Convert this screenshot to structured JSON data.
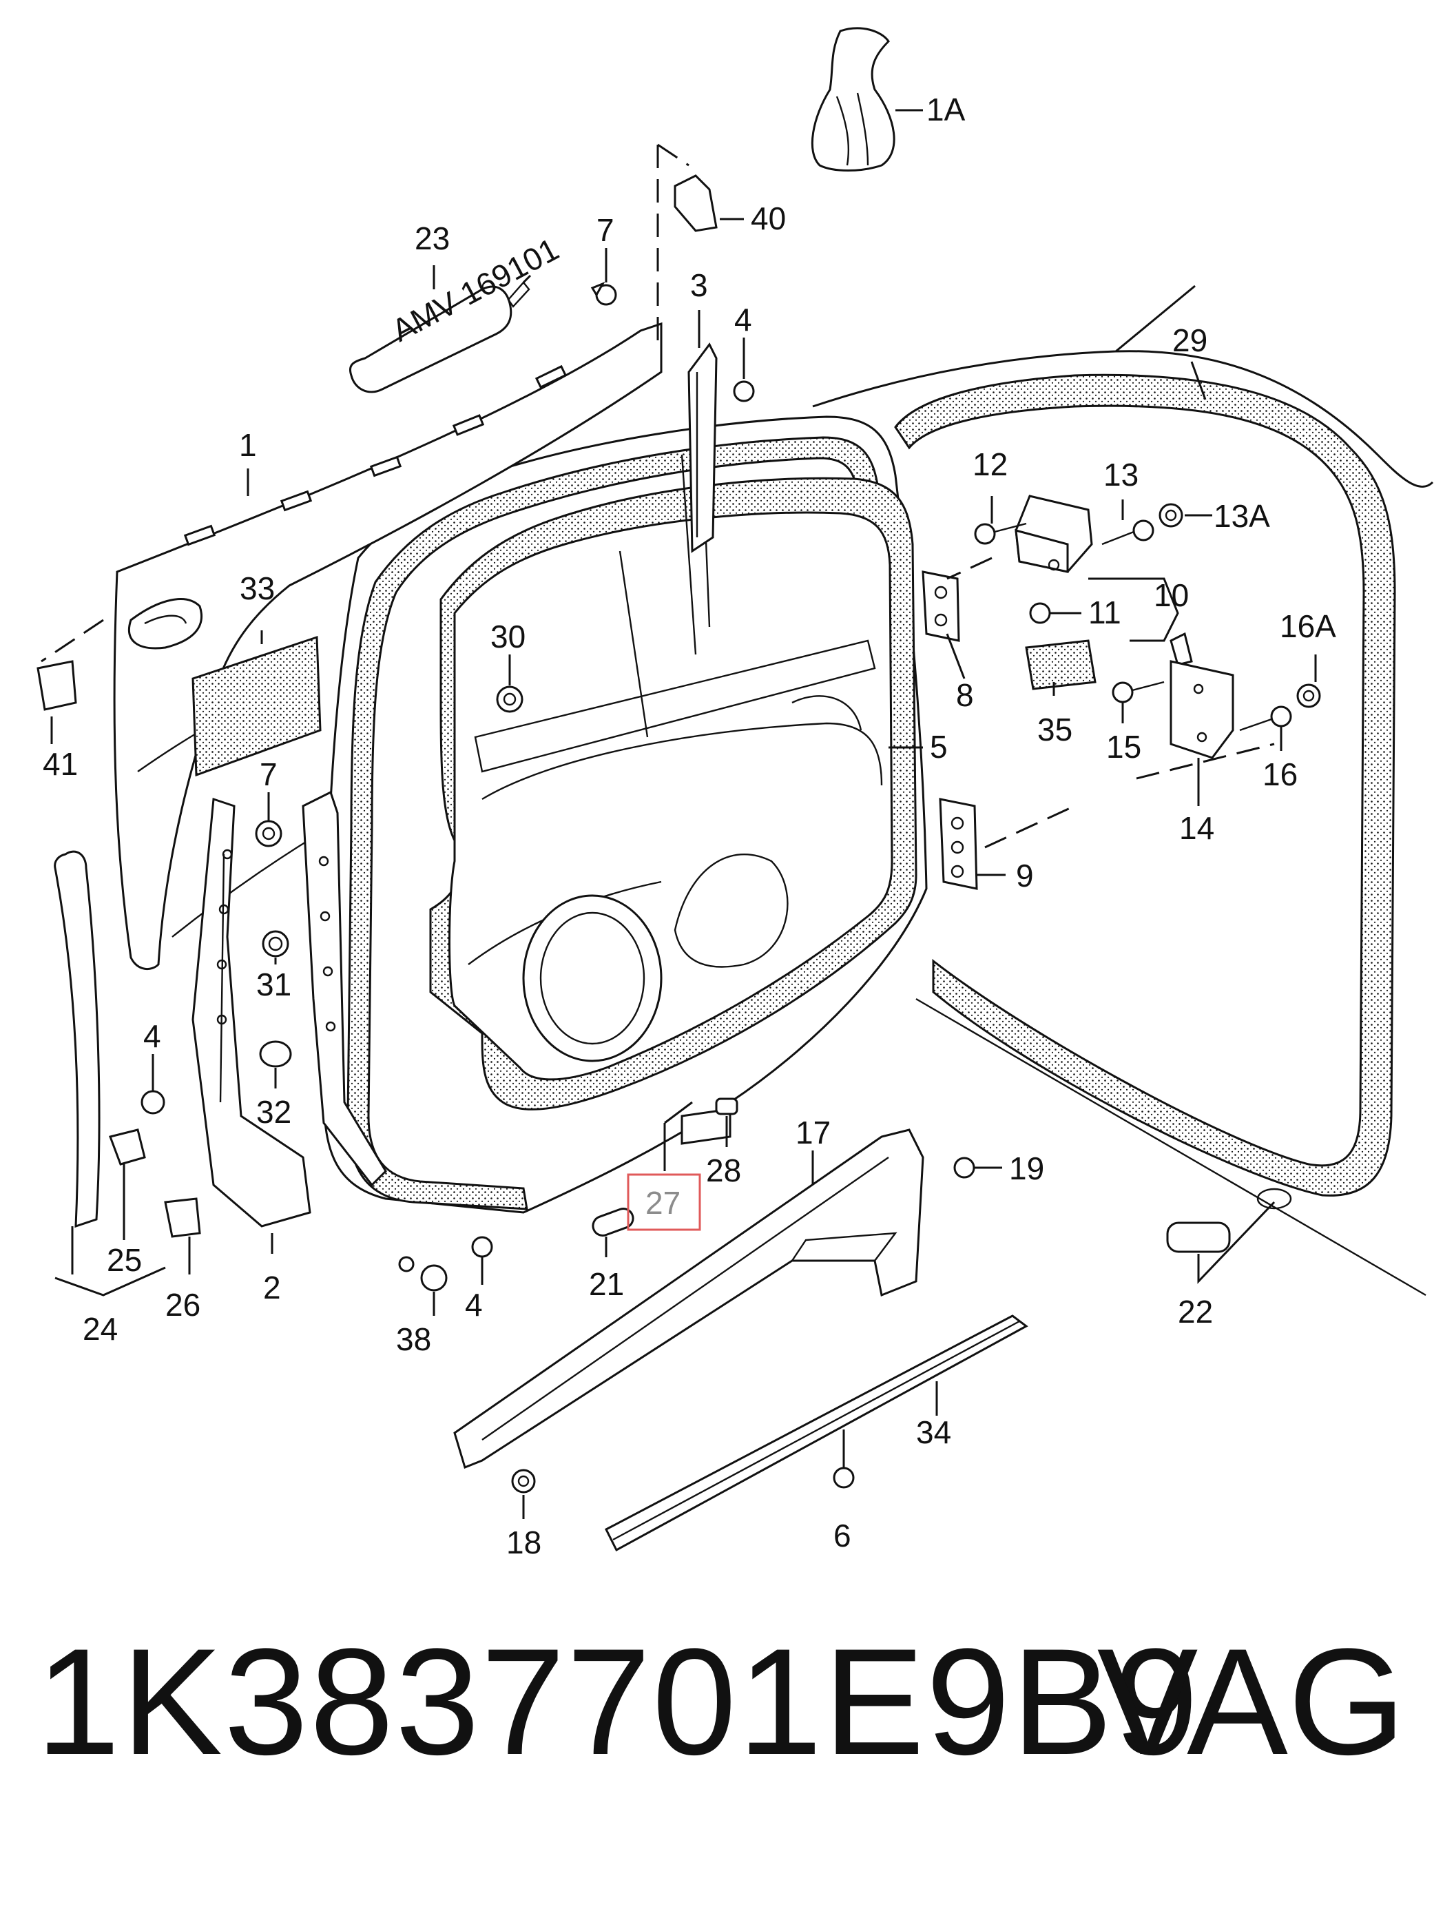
{
  "diagram": {
    "callouts": [
      {
        "id": "1A",
        "text": "1A"
      },
      {
        "id": "40",
        "text": "40"
      },
      {
        "id": "23",
        "text": "23"
      },
      {
        "id": "7a",
        "text": "7"
      },
      {
        "id": "3",
        "text": "3"
      },
      {
        "id": "4a",
        "text": "4"
      },
      {
        "id": "29",
        "text": "29"
      },
      {
        "id": "1",
        "text": "1"
      },
      {
        "id": "12",
        "text": "12"
      },
      {
        "id": "13",
        "text": "13"
      },
      {
        "id": "13A",
        "text": "13A"
      },
      {
        "id": "33",
        "text": "33"
      },
      {
        "id": "30",
        "text": "30"
      },
      {
        "id": "10",
        "text": "10"
      },
      {
        "id": "11",
        "text": "11"
      },
      {
        "id": "16A",
        "text": "16A"
      },
      {
        "id": "8",
        "text": "8"
      },
      {
        "id": "41",
        "text": "41"
      },
      {
        "id": "35",
        "text": "35"
      },
      {
        "id": "5",
        "text": "5"
      },
      {
        "id": "15",
        "text": "15"
      },
      {
        "id": "16",
        "text": "16"
      },
      {
        "id": "7b",
        "text": "7"
      },
      {
        "id": "14",
        "text": "14"
      },
      {
        "id": "9",
        "text": "9"
      },
      {
        "id": "31",
        "text": "31"
      },
      {
        "id": "4b",
        "text": "4"
      },
      {
        "id": "32",
        "text": "32"
      },
      {
        "id": "17",
        "text": "17"
      },
      {
        "id": "19",
        "text": "19"
      },
      {
        "id": "28",
        "text": "28"
      },
      {
        "id": "27",
        "text": "27",
        "highlighted": true
      },
      {
        "id": "25",
        "text": "25"
      },
      {
        "id": "21",
        "text": "21"
      },
      {
        "id": "22",
        "text": "22"
      },
      {
        "id": "26",
        "text": "26"
      },
      {
        "id": "2",
        "text": "2"
      },
      {
        "id": "4c",
        "text": "4"
      },
      {
        "id": "24",
        "text": "24"
      },
      {
        "id": "38",
        "text": "38"
      },
      {
        "id": "34",
        "text": "34"
      },
      {
        "id": "6",
        "text": "6"
      },
      {
        "id": "18",
        "text": "18"
      }
    ],
    "tube_label": "AMV 169101",
    "highlight_color": "#e05a5a"
  },
  "footer": {
    "part_number": "1K3837701E9B9",
    "brand": "VAG"
  }
}
